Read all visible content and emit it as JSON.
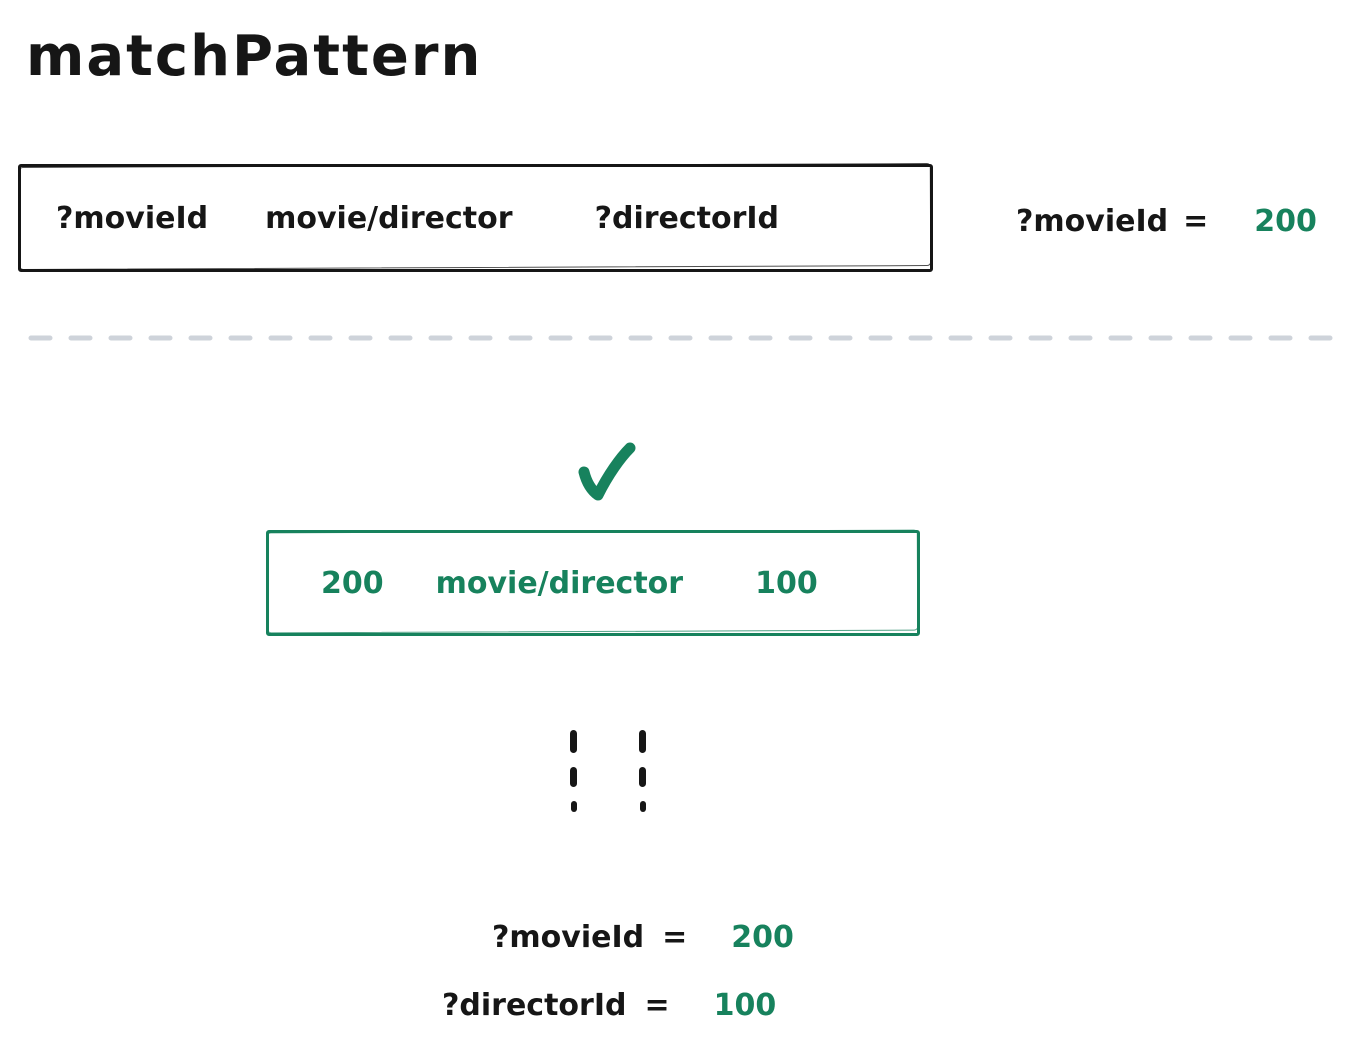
{
  "title": "matchPattern",
  "colors": {
    "ink": "#161616",
    "green": "#17825d",
    "divider": "#ced3da"
  },
  "pattern_box": {
    "subject": "?movieId",
    "predicate": "movie/director",
    "object": "?directorId"
  },
  "input_binding": {
    "variable": "?movieId",
    "operator": "=",
    "value": "200"
  },
  "check_icon": "checkmark",
  "matched_triple": {
    "subject": "200",
    "predicate": "movie/director",
    "object": "100"
  },
  "result_bindings": [
    {
      "variable": "?movieId",
      "operator": "=",
      "value": "200"
    },
    {
      "variable": "?directorId",
      "operator": "=",
      "value": "100"
    }
  ]
}
